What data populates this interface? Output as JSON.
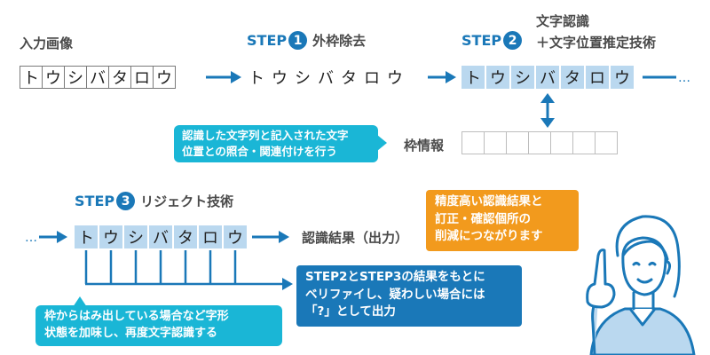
{
  "input_label": "入力画像",
  "step1": {
    "word": "STEP",
    "num": "1",
    "title": "外枠除去"
  },
  "step2": {
    "word": "STEP",
    "num": "2",
    "title_line1": "文字認識",
    "title_line2": "＋文字位置推定技術"
  },
  "step3": {
    "word": "STEP",
    "num": "3",
    "title": "リジェクト技術"
  },
  "chars": [
    "ト",
    "ウ",
    "シ",
    "バ",
    "タ",
    "ロ",
    "ウ"
  ],
  "frame_info_label": "枠情報",
  "callout_compare": [
    "認識した文字列と記入された文字",
    "位置との照合・関連付けを行う"
  ],
  "output_label": "認識結果（出力）",
  "callout_orange": [
    "精度高い認識結果と",
    "訂正・確認個所の",
    "削減につながります"
  ],
  "callout_blue": [
    "STEP2とSTEP3の結果をもとに",
    "ベリファイし、疑わしい場合には",
    "「?」として出力"
  ],
  "callout_bottom": [
    "枠からはみ出している場合など字形",
    "状態を加味し、再度文字認識する"
  ],
  "colors": {
    "arrow_blue": "#1a78b8",
    "cell_blue": "#bad8ef",
    "cyan": "#1ab6d6",
    "orange": "#f29a1d",
    "blue_box": "#1a78b8"
  }
}
